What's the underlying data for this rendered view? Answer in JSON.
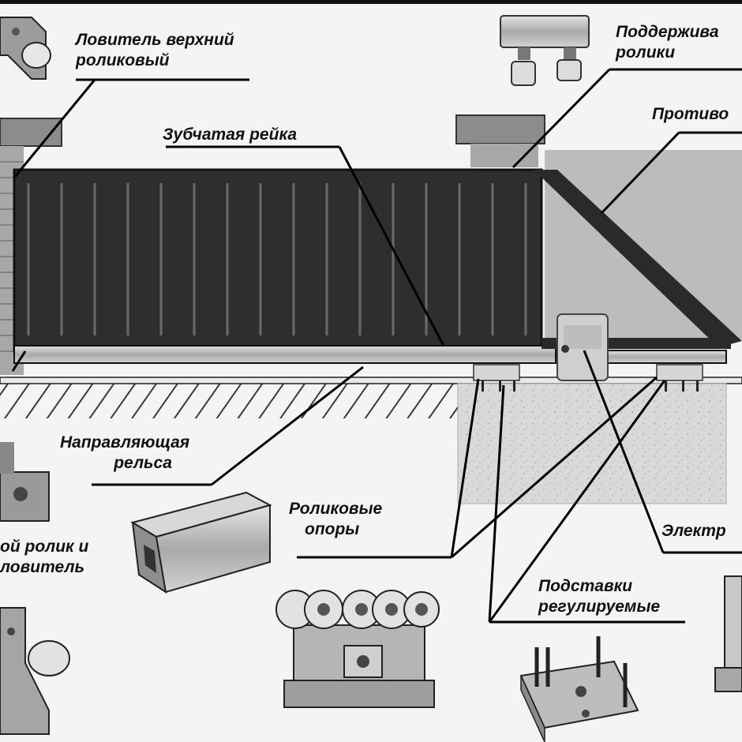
{
  "labels": {
    "catcher_top": [
      "Ловитель верхний",
      "роликовый"
    ],
    "support_rollers": [
      "Поддержива",
      "ролики"
    ],
    "counterweight": [
      "Противо"
    ],
    "rack": [
      "Зубчатая рейка"
    ],
    "guide_rail": [
      "Направляющая",
      "рельса"
    ],
    "roller_supports": [
      "Роликовые",
      "опоры"
    ],
    "end_roller": [
      "ой ролик и",
      "ловитель"
    ],
    "electric": [
      "Электр"
    ],
    "stands": [
      "Подставки",
      "регулируемые"
    ]
  },
  "colors": {
    "background": "#f4f4f4",
    "gate_panel": "#2e2e2e",
    "panel_rib": "#6a6a6a",
    "metal": "#b9b9b9",
    "ground_hatch": "#3a3a3a",
    "concrete": "#d8d8d8",
    "leader_line": "#000000"
  }
}
